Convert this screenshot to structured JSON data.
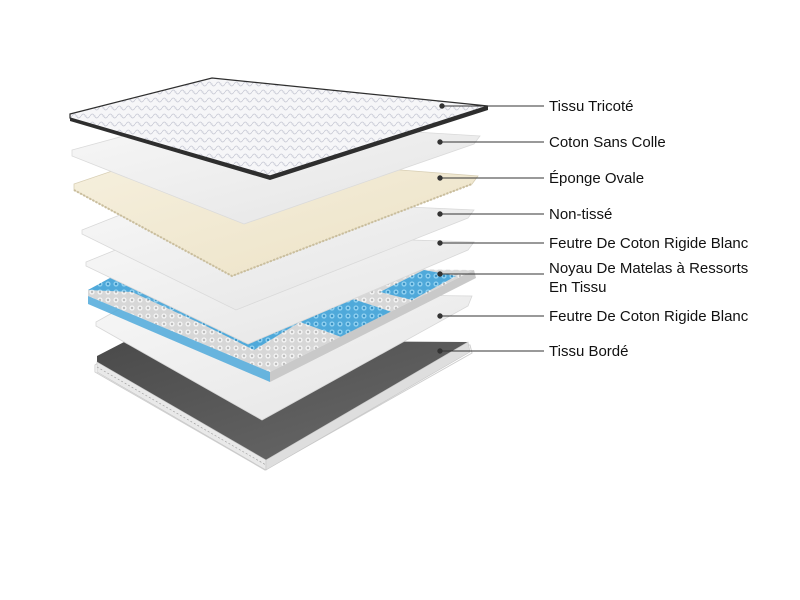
{
  "layers": [
    {
      "label": "Tissu Tricoté"
    },
    {
      "label": "Coton Sans Colle"
    },
    {
      "label": "Éponge Ovale"
    },
    {
      "label": "Non-tissé"
    },
    {
      "label": "Feutre De Coton Rigide Blanc"
    },
    {
      "label_line1": "Noyau De Matelas à Ressorts",
      "label_line2": "En Tissu"
    },
    {
      "label": "Feutre De Coton Rigide Blanc"
    },
    {
      "label": "Tissu Bordé"
    }
  ],
  "colors": {
    "knit_fabric": "#f4f4f6",
    "cotton": "#eeeeee",
    "foam": "#f1e9d4",
    "spring_blue": "#5fb7e4",
    "spring_white": "#e6e6e6",
    "border_dark": "#5a5a5a",
    "leader_line": "#333333",
    "label_text": "#111111"
  }
}
